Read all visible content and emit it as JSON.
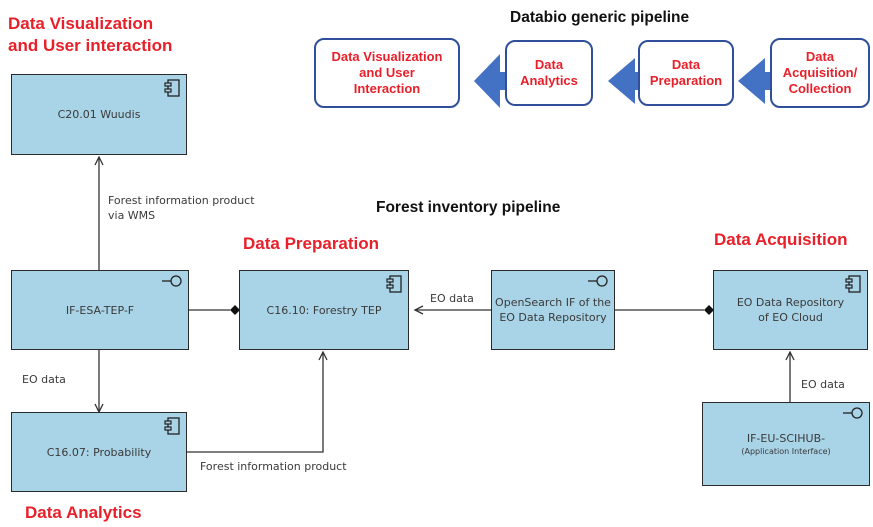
{
  "generic_pipeline": {
    "title": "Databio generic pipeline",
    "stages": [
      "Data Visualization\nand User\nInteraction",
      "Data\nAnalytics",
      "Data\nPreparation",
      "Data\nAcquisition/\nCollection"
    ]
  },
  "headings": {
    "visualization": "Data Visualization\nand User interaction",
    "forest_pipeline": "Forest inventory pipeline",
    "preparation": "Data Preparation",
    "acquisition": "Data Acquisition",
    "analytics": "Data Analytics"
  },
  "nodes": {
    "wuudis": "C20.01 Wuudis",
    "esa_tep": "IF-ESA-TEP-F",
    "forestry_tep": "C16.10: Forestry TEP",
    "opensearch_line1": "OpenSearch IF of the",
    "opensearch_line2": "EO Data Repository",
    "eo_repo_line1": "EO Data Repository",
    "eo_repo_line2": "of EO Cloud",
    "probability": "C16.07: Probability",
    "scihub_line1": "IF-EU-SCIHUB-",
    "scihub_line2": "(Application Interface)"
  },
  "edge_labels": {
    "wms_line1": "Forest information product",
    "wms_line2": "via WMS",
    "eo_data_opensearch": "EO data",
    "eo_data_esa": "EO data",
    "eo_data_scihub": "EO data",
    "forest_info_product": "Forest information product"
  },
  "colors": {
    "red": "#e8202a",
    "node_fill": "#a9d3e6",
    "pipeline_border": "#2f4f9a",
    "arrow_fill": "#4372c4"
  },
  "icons": {
    "component": "component-icon",
    "interface": "interface-lollipop-icon"
  }
}
